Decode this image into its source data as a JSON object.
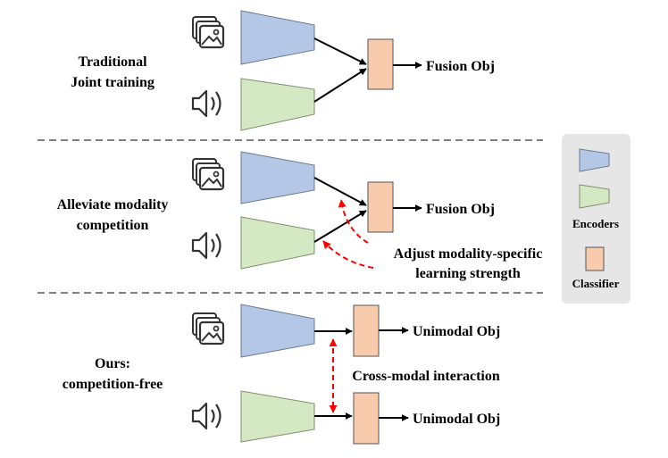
{
  "sections": [
    {
      "label_lines": [
        "Traditional",
        "Joint training"
      ],
      "output_label": "Fusion Obj"
    },
    {
      "label_lines": [
        "Alleviate modality",
        "competition"
      ],
      "output_label": "Fusion Obj",
      "annotation_lines": [
        "Adjust modality-specific",
        "learning strength"
      ]
    },
    {
      "label_lines": [
        "Ours:",
        "competition-free"
      ],
      "output_labels": [
        "Unimodal Obj",
        "Unimodal Obj"
      ],
      "annotation": "Cross-modal interaction"
    }
  ],
  "legend": {
    "encoders_label": "Encoders",
    "classifier_label": "Classifier"
  },
  "icons": {
    "image": "image-stack-icon",
    "audio": "speaker-icon"
  },
  "colors": {
    "image_encoder": "#b4c7e7",
    "audio_encoder": "#d5e8c4",
    "classifier": "#f8cbad",
    "legend_bg": "#e6e6e6",
    "dashed_arrow": "#ff0000",
    "divider": "#808080"
  }
}
